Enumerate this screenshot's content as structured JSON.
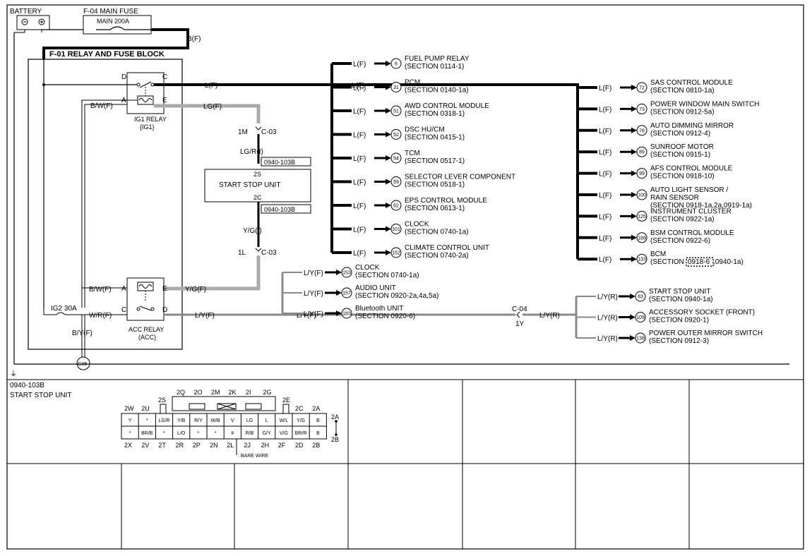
{
  "battery": "BATTERY",
  "main_fuse": {
    "title": "F-04 MAIN FUSE",
    "rating": "MAIN 200A",
    "wire": "B(F)"
  },
  "fuse_block": "F-01 RELAY AND FUSE BLOCK",
  "ig1_relay": {
    "name": "IG1 RELAY",
    "code": "{IG1}",
    "pins": [
      "D",
      "C",
      "A",
      "E"
    ]
  },
  "acc_relay": {
    "name": "ACC RELAY",
    "code": "(ACC)",
    "pins": [
      "A",
      "E",
      "C",
      "D"
    ]
  },
  "ig2_fuse": "IG2 30A",
  "ground": "G05",
  "wires": {
    "lf": "L(F)",
    "bwf": "B/W(F)",
    "lgf": "LG(F)",
    "lgri": "LG/R(I)",
    "ygi": "Y/G(I)",
    "ygf": "Y/G(F)",
    "wrf": "W/R(F)",
    "lyf": "L/Y(F)",
    "byf": "B/Y(F)",
    "lyr": "L/Y(R)"
  },
  "connectors": {
    "c03_top": "1M",
    "c03_bot": "1L",
    "c03": "C-03",
    "c04": "C-04",
    "c04_pin": "1Y"
  },
  "ssu": {
    "title": "START STOP UNIT",
    "pin_top": "2S",
    "pin_bot": "2C",
    "conn": "0940-103B"
  },
  "group_l_left": [
    {
      "num": "6",
      "name": "FUEL PUMP RELAY",
      "section": "(SECTION 0114-1)"
    },
    {
      "num": "31",
      "name": "PCM",
      "section": "(SECTION 0140-1a)"
    },
    {
      "num": "51",
      "name": "AWD CONTROL MODULE",
      "section": "(SECTION 0318-1)"
    },
    {
      "num": "52",
      "name": "DSC HU/CM",
      "section": "(SECTION 0415-1)"
    },
    {
      "num": "54",
      "name": "TCM",
      "section": "(SECTION 0517-1)"
    },
    {
      "num": "59",
      "name": "SELECTOR LEVER COMPONENT",
      "section": "(SECTION 0518-1)"
    },
    {
      "num": "62",
      "name": "EPS CONTROL MODULE",
      "section": "(SECTION 0613-1)"
    },
    {
      "num": "101",
      "name": "CLOCK",
      "section": "(SECTION 0740-1a)"
    },
    {
      "num": "152",
      "name": "CLIMATE CONTROL UNIT",
      "section": "(SECTION 0740-2a)"
    }
  ],
  "group_l_right": [
    {
      "num": "72",
      "name": "SAS CONTROL MODULE",
      "section": "(SECTION 0810-1a)"
    },
    {
      "num": "73",
      "name": "POWER WINDOW MAIN SWITCH",
      "section": "(SECTION 0912-5a)"
    },
    {
      "num": "78",
      "name": "AUTO DIMMING MIRROR",
      "section": "(SECTION 0912-4)"
    },
    {
      "num": "89",
      "name": "SUNROOF MOTOR",
      "section": "(SECTION 0915-1)"
    },
    {
      "num": "99",
      "name": "AFS CONTROL MODULE",
      "section": "(SECTION 0918-10)"
    },
    {
      "num": "100",
      "name": "AUTO LIGHT SENSOR /",
      "name2": "RAIN SENSOR",
      "section": "(SECTION 0918-1a,2a,0919-1a)"
    },
    {
      "num": "125",
      "name": "INSTRUMENT CLUSTER",
      "section": "(SECTION 0922-1a)"
    },
    {
      "num": "188",
      "name": "BSM CONTROL MODULE",
      "section": "(SECTION 0922-6)"
    },
    {
      "num": "133",
      "name": "BCM",
      "section_pre": "(SECTION",
      "section_hl": "0918-6",
      "section_post": ",0940-1a)"
    }
  ],
  "group_ly_left": [
    {
      "num": "153",
      "name": "CLOCK",
      "section": "(SECTION 0740-1a)"
    },
    {
      "num": "157",
      "name": "AUDIO UNIT",
      "section": "(SECTION 0920-2a,4a,5a)"
    },
    {
      "num": "183",
      "name": "Bluetooth UNIT",
      "section": "(SECTION 0920-6)"
    }
  ],
  "group_ly_right": [
    {
      "num": "63",
      "name": "START STOP UNIT",
      "section": "(SECTION 0940-1a)"
    },
    {
      "num": "109",
      "name": "ACCESSORY SOCKET (FRONT)",
      "section": "(SECTION 0920-1)"
    },
    {
      "num": "138",
      "name": "POWER OUTER MIRROR SWITCH",
      "section": "(SECTION 0912-3)"
    }
  ],
  "connector_view": {
    "code": "0940-103B",
    "title": "START STOP UNIT",
    "top_labels": [
      "2Q",
      "2O",
      "2M",
      "2K",
      "2I",
      "2G"
    ],
    "side_top": [
      "2S",
      "2E"
    ],
    "row1_labels": [
      "2W",
      "2U",
      "2C",
      "2A"
    ],
    "row1": [
      "Y",
      "*",
      "LG/R",
      "Y/B",
      "R/Y",
      "W/B",
      "V",
      "LG",
      "L",
      "W/L",
      "Y/G",
      "B"
    ],
    "row2": [
      "*",
      "BR/B",
      "*",
      "L/O",
      "*",
      "*",
      "#",
      "R/B",
      "G/Y",
      "V/G",
      "BR/R",
      "B"
    ],
    "bottom_labels": [
      "2X",
      "2V",
      "2T",
      "2R",
      "2P",
      "2N",
      "2L",
      "2J",
      "2H",
      "2F",
      "2D",
      "2B"
    ],
    "side_right": [
      "2A",
      "2B"
    ],
    "bare_wire": ": BARE WIRE"
  }
}
